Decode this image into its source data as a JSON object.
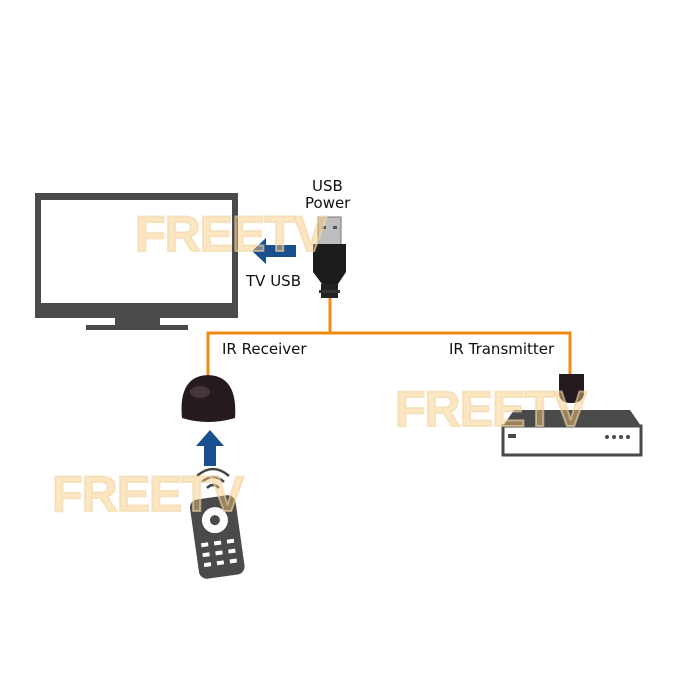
{
  "labels": {
    "usb": "USB",
    "power": "Power",
    "tv_usb": "TV USB",
    "ir_receiver": "IR Receiver",
    "ir_transmitter": "IR Transmitter"
  },
  "watermark": "FREETV",
  "colors": {
    "cable": "#f08a12",
    "arrow": "#1a4f8f",
    "device": "#4a4a4a"
  }
}
